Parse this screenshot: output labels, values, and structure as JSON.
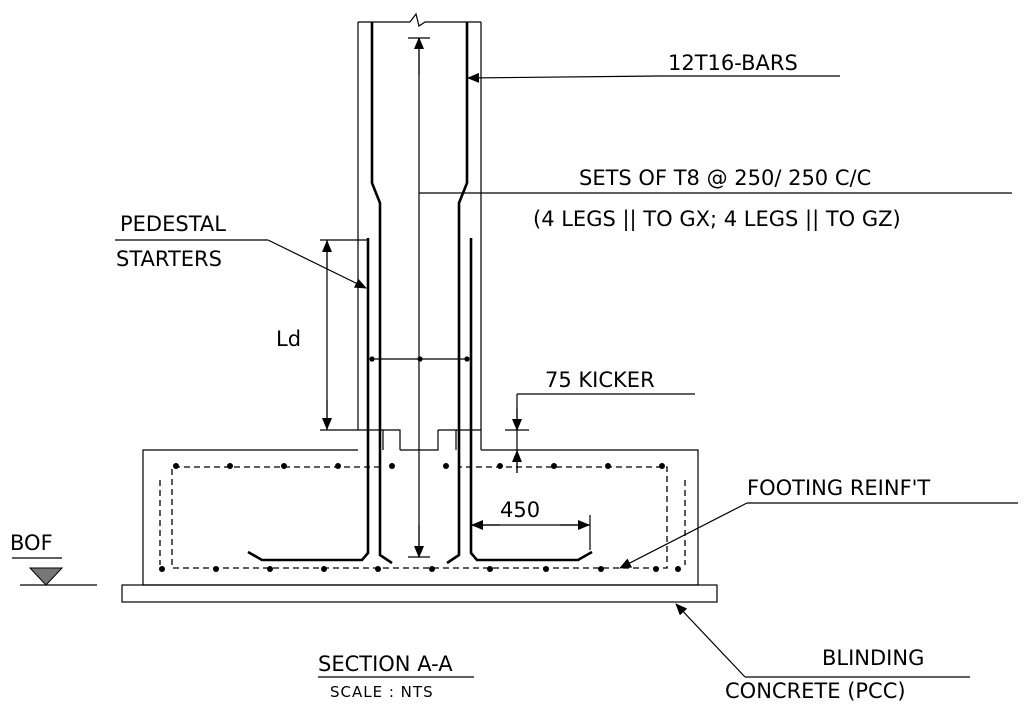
{
  "labels": {
    "bars": "12T16-BARS",
    "stirrups_line1": "SETS OF T8 @ 250/ 250 C/C",
    "stirrups_line2": "(4 LEGS || TO GX; 4 LEGS || TO GZ)",
    "pedestal_line1": "PEDESTAL",
    "pedestal_line2": "STARTERS",
    "ld": "Ld",
    "kicker": "75 KICKER",
    "footing": "FOOTING REINF'T",
    "dim_450": "450",
    "bof": "BOF",
    "blinding_line1": "BLINDING",
    "blinding_line2": "CONCRETE (PCC)",
    "section_title": "SECTION A-A",
    "section_scale": "SCALE  : NTS"
  }
}
